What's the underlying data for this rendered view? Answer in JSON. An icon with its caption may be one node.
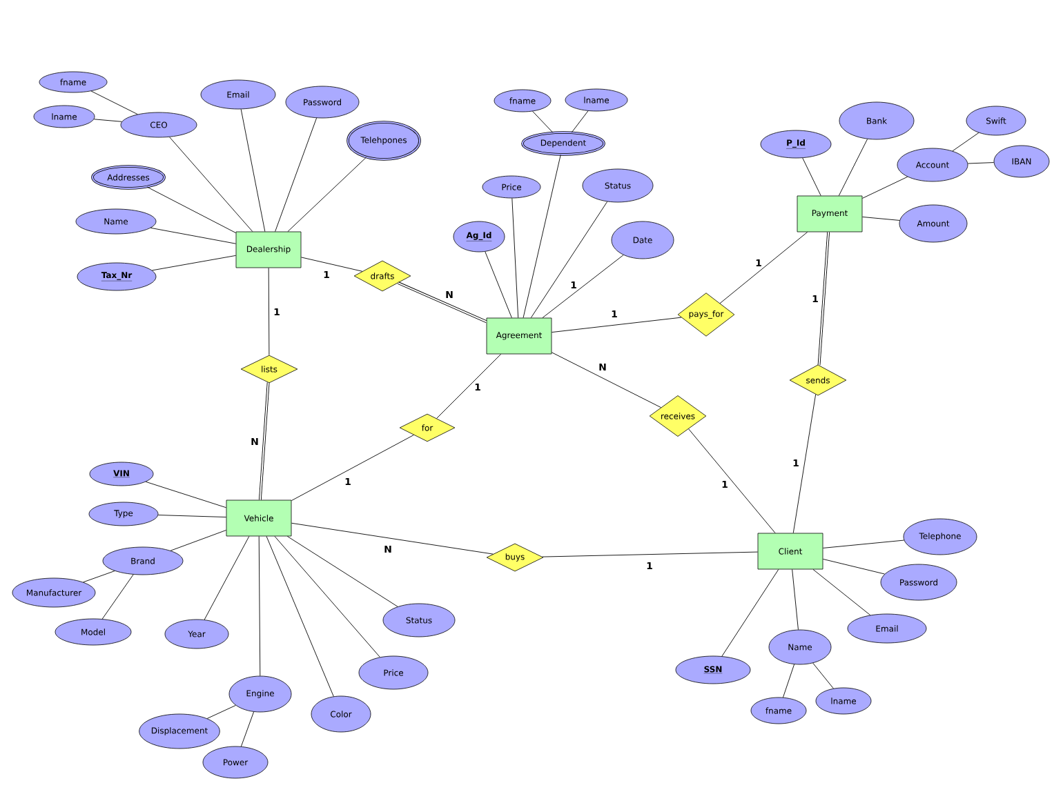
{
  "diagram": {
    "nodes": [
      {
        "text": [
          "Dealership"
        ]
      },
      {
        "text": [
          "Agreement"
        ]
      },
      {
        "text": [
          "Payment"
        ]
      },
      {
        "text": [
          "Vehicle"
        ]
      },
      {
        "text": [
          "Client"
        ]
      },
      {
        "text": [
          "drafts"
        ]
      },
      {
        "text": [
          "lists"
        ]
      },
      {
        "text": [
          "for"
        ]
      },
      {
        "text": [
          "pays_for"
        ]
      },
      {
        "text": [
          "receives"
        ]
      },
      {
        "text": [
          "sends"
        ]
      },
      {
        "text": [
          "buys"
        ]
      },
      {
        "text": [
          "fname"
        ]
      },
      {
        "text": [
          "lname"
        ]
      },
      {
        "text": [
          "CEO"
        ]
      },
      {
        "text": [
          "Email"
        ]
      },
      {
        "text": [
          "Password"
        ]
      },
      {
        "text": [
          "Telehpones"
        ]
      },
      {
        "text": [
          "Addresses"
        ]
      },
      {
        "text": [
          "Name"
        ]
      },
      {
        "text": [
          "Tax_Nr"
        ]
      },
      {
        "text": [
          "fname"
        ]
      },
      {
        "text": [
          "lname"
        ]
      },
      {
        "text": [
          "Dependent"
        ]
      },
      {
        "text": [
          "Price"
        ]
      },
      {
        "text": [
          "Status"
        ]
      },
      {
        "text": [
          "Ag_Id"
        ]
      },
      {
        "text": [
          "Date"
        ]
      },
      {
        "text": [
          "P_Id"
        ]
      },
      {
        "text": [
          "Bank"
        ]
      },
      {
        "text": [
          "Swift"
        ]
      },
      {
        "text": [
          "Account"
        ]
      },
      {
        "text": [
          "IBAN"
        ]
      },
      {
        "text": [
          "Amount"
        ]
      },
      {
        "text": [
          "VIN"
        ]
      },
      {
        "text": [
          "Type"
        ]
      },
      {
        "text": [
          "Brand"
        ]
      },
      {
        "text": [
          "Manufacturer"
        ]
      },
      {
        "text": [
          "Model"
        ]
      },
      {
        "text": [
          "Year"
        ]
      },
      {
        "text": [
          "Engine"
        ]
      },
      {
        "text": [
          "Displacement"
        ]
      },
      {
        "text": [
          "Power"
        ]
      },
      {
        "text": [
          "Color"
        ]
      },
      {
        "text": [
          "Price"
        ]
      },
      {
        "text": [
          "Status"
        ]
      },
      {
        "text": [
          "Telephone"
        ]
      },
      {
        "text": [
          "Password"
        ]
      },
      {
        "text": [
          "Email"
        ]
      },
      {
        "text": [
          "SSN"
        ]
      },
      {
        "text": [
          "Name"
        ]
      },
      {
        "text": [
          "fname"
        ]
      },
      {
        "text": [
          "lname"
        ]
      }
    ],
    "edges": [
      {
        "from": 0,
        "to": 5,
        "arrow": "none",
        "label": "1"
      },
      {
        "from": 5,
        "to": 1,
        "arrow": "none",
        "label": "N",
        "style": "thick"
      },
      {
        "from": 0,
        "to": 6,
        "arrow": "none",
        "label": "1"
      },
      {
        "from": 6,
        "to": 3,
        "arrow": "none",
        "label": "N",
        "style": "thick"
      },
      {
        "from": 3,
        "to": 7,
        "arrow": "none",
        "label": "1"
      },
      {
        "from": 7,
        "to": 1,
        "arrow": "none",
        "label": "1"
      },
      {
        "from": 1,
        "to": 8,
        "arrow": "none",
        "label": "1"
      },
      {
        "from": 8,
        "to": 2,
        "arrow": "none",
        "label": "1"
      },
      {
        "from": 1,
        "to": 9,
        "arrow": "none",
        "label": "N"
      },
      {
        "from": 9,
        "to": 4,
        "arrow": "none",
        "label": "1"
      },
      {
        "from": 2,
        "to": 10,
        "arrow": "none",
        "label": "1",
        "style": "thick"
      },
      {
        "from": 10,
        "to": 4,
        "arrow": "none",
        "label": "1"
      },
      {
        "from": 3,
        "to": 11,
        "arrow": "none",
        "label": "N"
      },
      {
        "from": 11,
        "to": 4,
        "arrow": "none",
        "label": "1"
      },
      {
        "from": 14,
        "to": 12,
        "arrow": "none"
      },
      {
        "from": 14,
        "to": 13,
        "arrow": "none"
      },
      {
        "from": 0,
        "to": 14,
        "arrow": "none"
      },
      {
        "from": 0,
        "to": 15,
        "arrow": "none"
      },
      {
        "from": 0,
        "to": 16,
        "arrow": "none"
      },
      {
        "from": 0,
        "to": 17,
        "arrow": "none"
      },
      {
        "from": 0,
        "to": 18,
        "arrow": "none"
      },
      {
        "from": 0,
        "to": 19,
        "arrow": "none"
      },
      {
        "from": 0,
        "to": 20,
        "arrow": "none"
      },
      {
        "from": 23,
        "to": 21,
        "arrow": "none"
      },
      {
        "from": 23,
        "to": 22,
        "arrow": "none"
      },
      {
        "from": 1,
        "to": 23,
        "arrow": "none"
      },
      {
        "from": 1,
        "to": 24,
        "arrow": "none"
      },
      {
        "from": 1,
        "to": 25,
        "arrow": "none"
      },
      {
        "from": 1,
        "to": 26,
        "arrow": "none"
      },
      {
        "from": 1,
        "to": 27,
        "arrow": "none",
        "label": "1"
      },
      {
        "from": 2,
        "to": 28,
        "arrow": "none"
      },
      {
        "from": 2,
        "to": 29,
        "arrow": "none"
      },
      {
        "from": 31,
        "to": 30,
        "arrow": "none"
      },
      {
        "from": 2,
        "to": 31,
        "arrow": "none"
      },
      {
        "from": 31,
        "to": 32,
        "arrow": "none"
      },
      {
        "from": 2,
        "to": 33,
        "arrow": "none"
      },
      {
        "from": 3,
        "to": 34,
        "arrow": "none"
      },
      {
        "from": 3,
        "to": 35,
        "arrow": "none"
      },
      {
        "from": 3,
        "to": 36,
        "arrow": "none"
      },
      {
        "from": 36,
        "to": 37,
        "arrow": "none"
      },
      {
        "from": 36,
        "to": 38,
        "arrow": "none"
      },
      {
        "from": 3,
        "to": 39,
        "arrow": "none"
      },
      {
        "from": 3,
        "to": 40,
        "arrow": "none"
      },
      {
        "from": 40,
        "to": 41,
        "arrow": "none"
      },
      {
        "from": 40,
        "to": 42,
        "arrow": "none"
      },
      {
        "from": 3,
        "to": 43,
        "arrow": "none"
      },
      {
        "from": 3,
        "to": 44,
        "arrow": "none"
      },
      {
        "from": 3,
        "to": 45,
        "arrow": "none"
      },
      {
        "from": 4,
        "to": 46,
        "arrow": "none"
      },
      {
        "from": 4,
        "to": 47,
        "arrow": "none"
      },
      {
        "from": 4,
        "to": 48,
        "arrow": "none"
      },
      {
        "from": 4,
        "to": 49,
        "arrow": "none"
      },
      {
        "from": 4,
        "to": 50,
        "arrow": "none"
      },
      {
        "from": 50,
        "to": 51,
        "arrow": "none"
      },
      {
        "from": 50,
        "to": 52,
        "arrow": "none"
      }
    ]
  }
}
